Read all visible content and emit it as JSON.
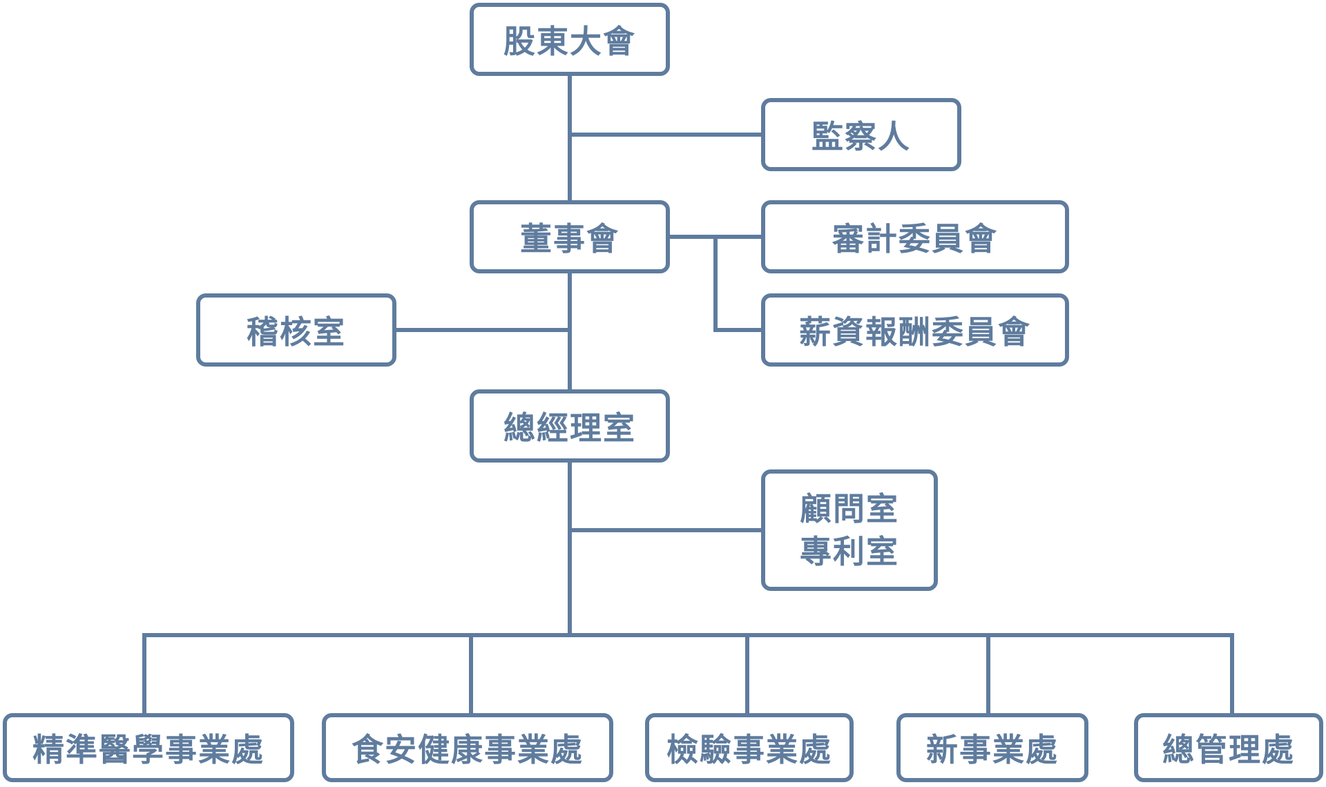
{
  "org_chart": {
    "shareholders": "股東大會",
    "supervisor": "監察人",
    "board": "董事會",
    "audit_committee": "審計委員會",
    "compensation_committee": "薪資報酬委員會",
    "internal_audit": "稽核室",
    "general_manager": "總經理室",
    "advisor_office": "顧問室",
    "patent_office": "專利室",
    "divisions": [
      "精準醫學事業處",
      "食安健康事業處",
      "檢驗事業處",
      "新事業處",
      "總管理處"
    ]
  },
  "colors": {
    "line": "#5f7c9e",
    "text": "#5f7c9e",
    "background": "#ffffff"
  }
}
